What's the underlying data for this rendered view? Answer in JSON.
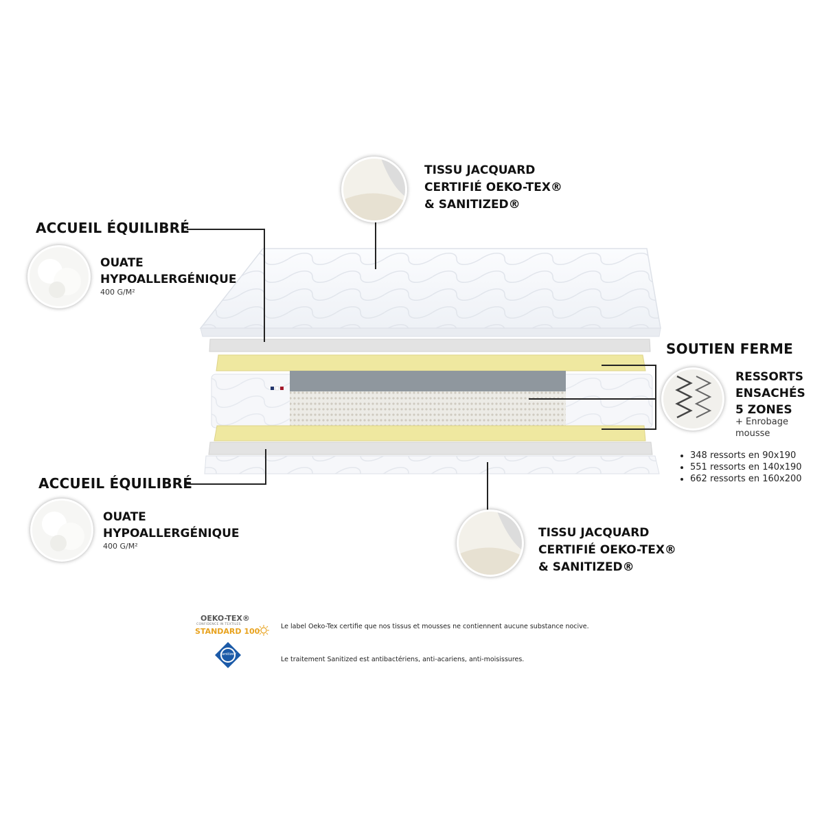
{
  "top_fabric": {
    "line1": "TISSU JACQUARD",
    "line2": "CERTIFIÉ OEKO-TEX®",
    "line3": "& SANITIZED®"
  },
  "upper_comfort": {
    "title": "ACCUEIL ÉQUILIBRÉ",
    "line1": "OUATE",
    "line2": "HYPOALLERGÉNIQUE",
    "weight": "400 G/M²"
  },
  "lower_comfort": {
    "title": "ACCUEIL ÉQUILIBRÉ",
    "line1": "OUATE",
    "line2": "HYPOALLERGÉNIQUE",
    "weight": "400 G/M²"
  },
  "support": {
    "title": "SOUTIEN FERME",
    "line1": "RESSORTS",
    "line2": "ENSACHÉS",
    "line3": "5 ZONES",
    "extra1": "+ Enrobage",
    "extra2": "mousse",
    "bullets": [
      "348 ressorts en 90x190",
      "551 ressorts en 140x190",
      "662 ressorts en 160x200"
    ]
  },
  "bottom_fabric": {
    "line1": "TISSU JACQUARD",
    "line2": "CERTIFIÉ OEKO-TEX®",
    "line3": "& SANITIZED®"
  },
  "oeko": {
    "logo_line1": "OEKO-TEX®",
    "logo_line2": "CONFIDENCE IN TEXTILES",
    "logo_line3": "STANDARD 100",
    "text": "Le label Oeko-Tex certifie que nos tissus et mousses ne contiennent aucune substance nocive."
  },
  "sanitized": {
    "logo_text": "Sanitized",
    "text": "Le traitement Sanitized est antibactériens, anti-acariens, anti-moisissures."
  },
  "colors": {
    "foam_yellow": "#efe8a0",
    "fabric_white": "#f6f7fa",
    "core_gray": "#8f979e",
    "oeko_orange": "#e8a21d",
    "sanitized_blue": "#1b5aa8"
  }
}
